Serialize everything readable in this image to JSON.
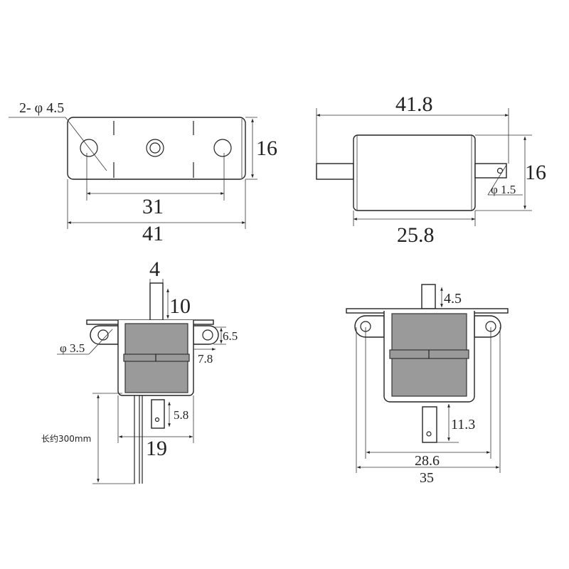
{
  "top_left_view": {
    "hole_label": "2- φ 4.5",
    "height": "16",
    "hole_spacing": "31",
    "width": "41"
  },
  "top_right_view": {
    "overall_length": "41.8",
    "height": "16",
    "pin_hole": "φ 1.5",
    "body_length": "25.8"
  },
  "bottom_left_view": {
    "shaft_width": "4",
    "shaft_length": "10",
    "ear_hole": "φ 3.5",
    "ear_height": "6.5",
    "ear_offset": "7.8",
    "tab_length": "5.8",
    "frame_width": "19",
    "wire_length": "长约300mm"
  },
  "bottom_right_view": {
    "shaft_length": "4.5",
    "tab_length": "11.3",
    "hole_spacing": "28.6",
    "overall_width": "35"
  },
  "colors": {
    "coil": "#9a9a9a",
    "line": "#222222"
  }
}
